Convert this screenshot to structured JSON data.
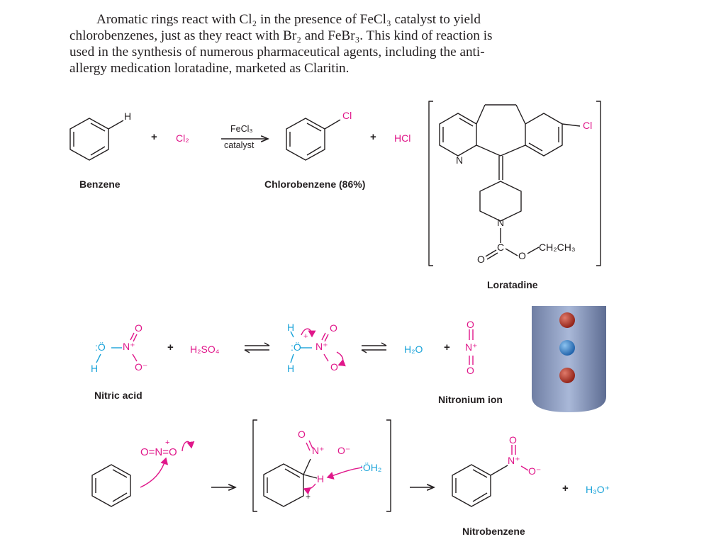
{
  "intro": {
    "line1": "Aromatic rings react with Cl₂ in the presence of FeCl₃ catalyst to yield",
    "line2": "chlorobenzenes, just as they react with Br₂ and FeBr₃. This kind of reaction is",
    "line3": "used in the synthesis of numerous pharmaceutical agents, including the anti-",
    "line4": "allergy medication loratadine, marketed as Claritin."
  },
  "reaction1": {
    "reagent": "Cl₂",
    "arrow_top": "FeCl₃",
    "arrow_bottom": "catalyst",
    "byproduct": "HCl",
    "label_benzene": "Benzene",
    "label_product": "Chlorobenzene (86%)",
    "h_atom": "H",
    "cl_atom": "Cl",
    "plus": "+"
  },
  "loratadine": {
    "label": "Loratadine",
    "cl": "Cl",
    "n_ring": "N",
    "n_pip": "N",
    "c": "C",
    "o1": "O",
    "o2": "O",
    "ethyl": "CH₂CH₃"
  },
  "nitration": {
    "label_nitric": "Nitric acid",
    "label_nitronium": "Nitronium ion",
    "h2so4": "H₂SO₄",
    "h2o": "H₂O",
    "plus": "+",
    "o": "O",
    "n_plus": "N⁺",
    "o_minus": "O⁻",
    "h": "H",
    "oh_lone": ":Ö",
    "oh_pos": "+"
  },
  "step2": {
    "electrophile": "O=N=O",
    "oh2": ":ÖH₂",
    "h": "H",
    "h3o": "H₃O⁺",
    "label_nitrobenzene": "Nitrobenzene",
    "plus": "+",
    "charge": "+"
  },
  "colors": {
    "reagent": "#e0178a",
    "electron_pair": "#1aa3d9",
    "text": "#231f20"
  }
}
